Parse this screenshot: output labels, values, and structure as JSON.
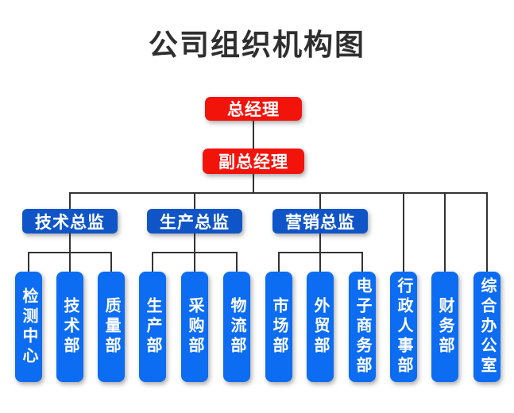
{
  "title": "公司组织机构图",
  "colors": {
    "exec": "#f2140b",
    "director": "#0f55c8",
    "dept": "#0c6cf2",
    "line": "#333333",
    "title": "#2f2f2f",
    "node_text": "#ffffff",
    "background": "#ffffff"
  },
  "org": {
    "general_manager": {
      "label": "总经理"
    },
    "deputy_general_manager": {
      "label": "副总经理"
    },
    "directors": [
      {
        "label": "技术总监",
        "departments": [
          "检测中心",
          "技术部",
          "质量部"
        ]
      },
      {
        "label": "生产总监",
        "departments": [
          "生产部",
          "采购部",
          "物流部"
        ]
      },
      {
        "label": "营销总监",
        "departments": [
          "市场部",
          "外贸部",
          "电子商务部"
        ]
      }
    ],
    "direct_departments": [
      "行政人事部",
      "财务部",
      "综合办公室"
    ]
  }
}
